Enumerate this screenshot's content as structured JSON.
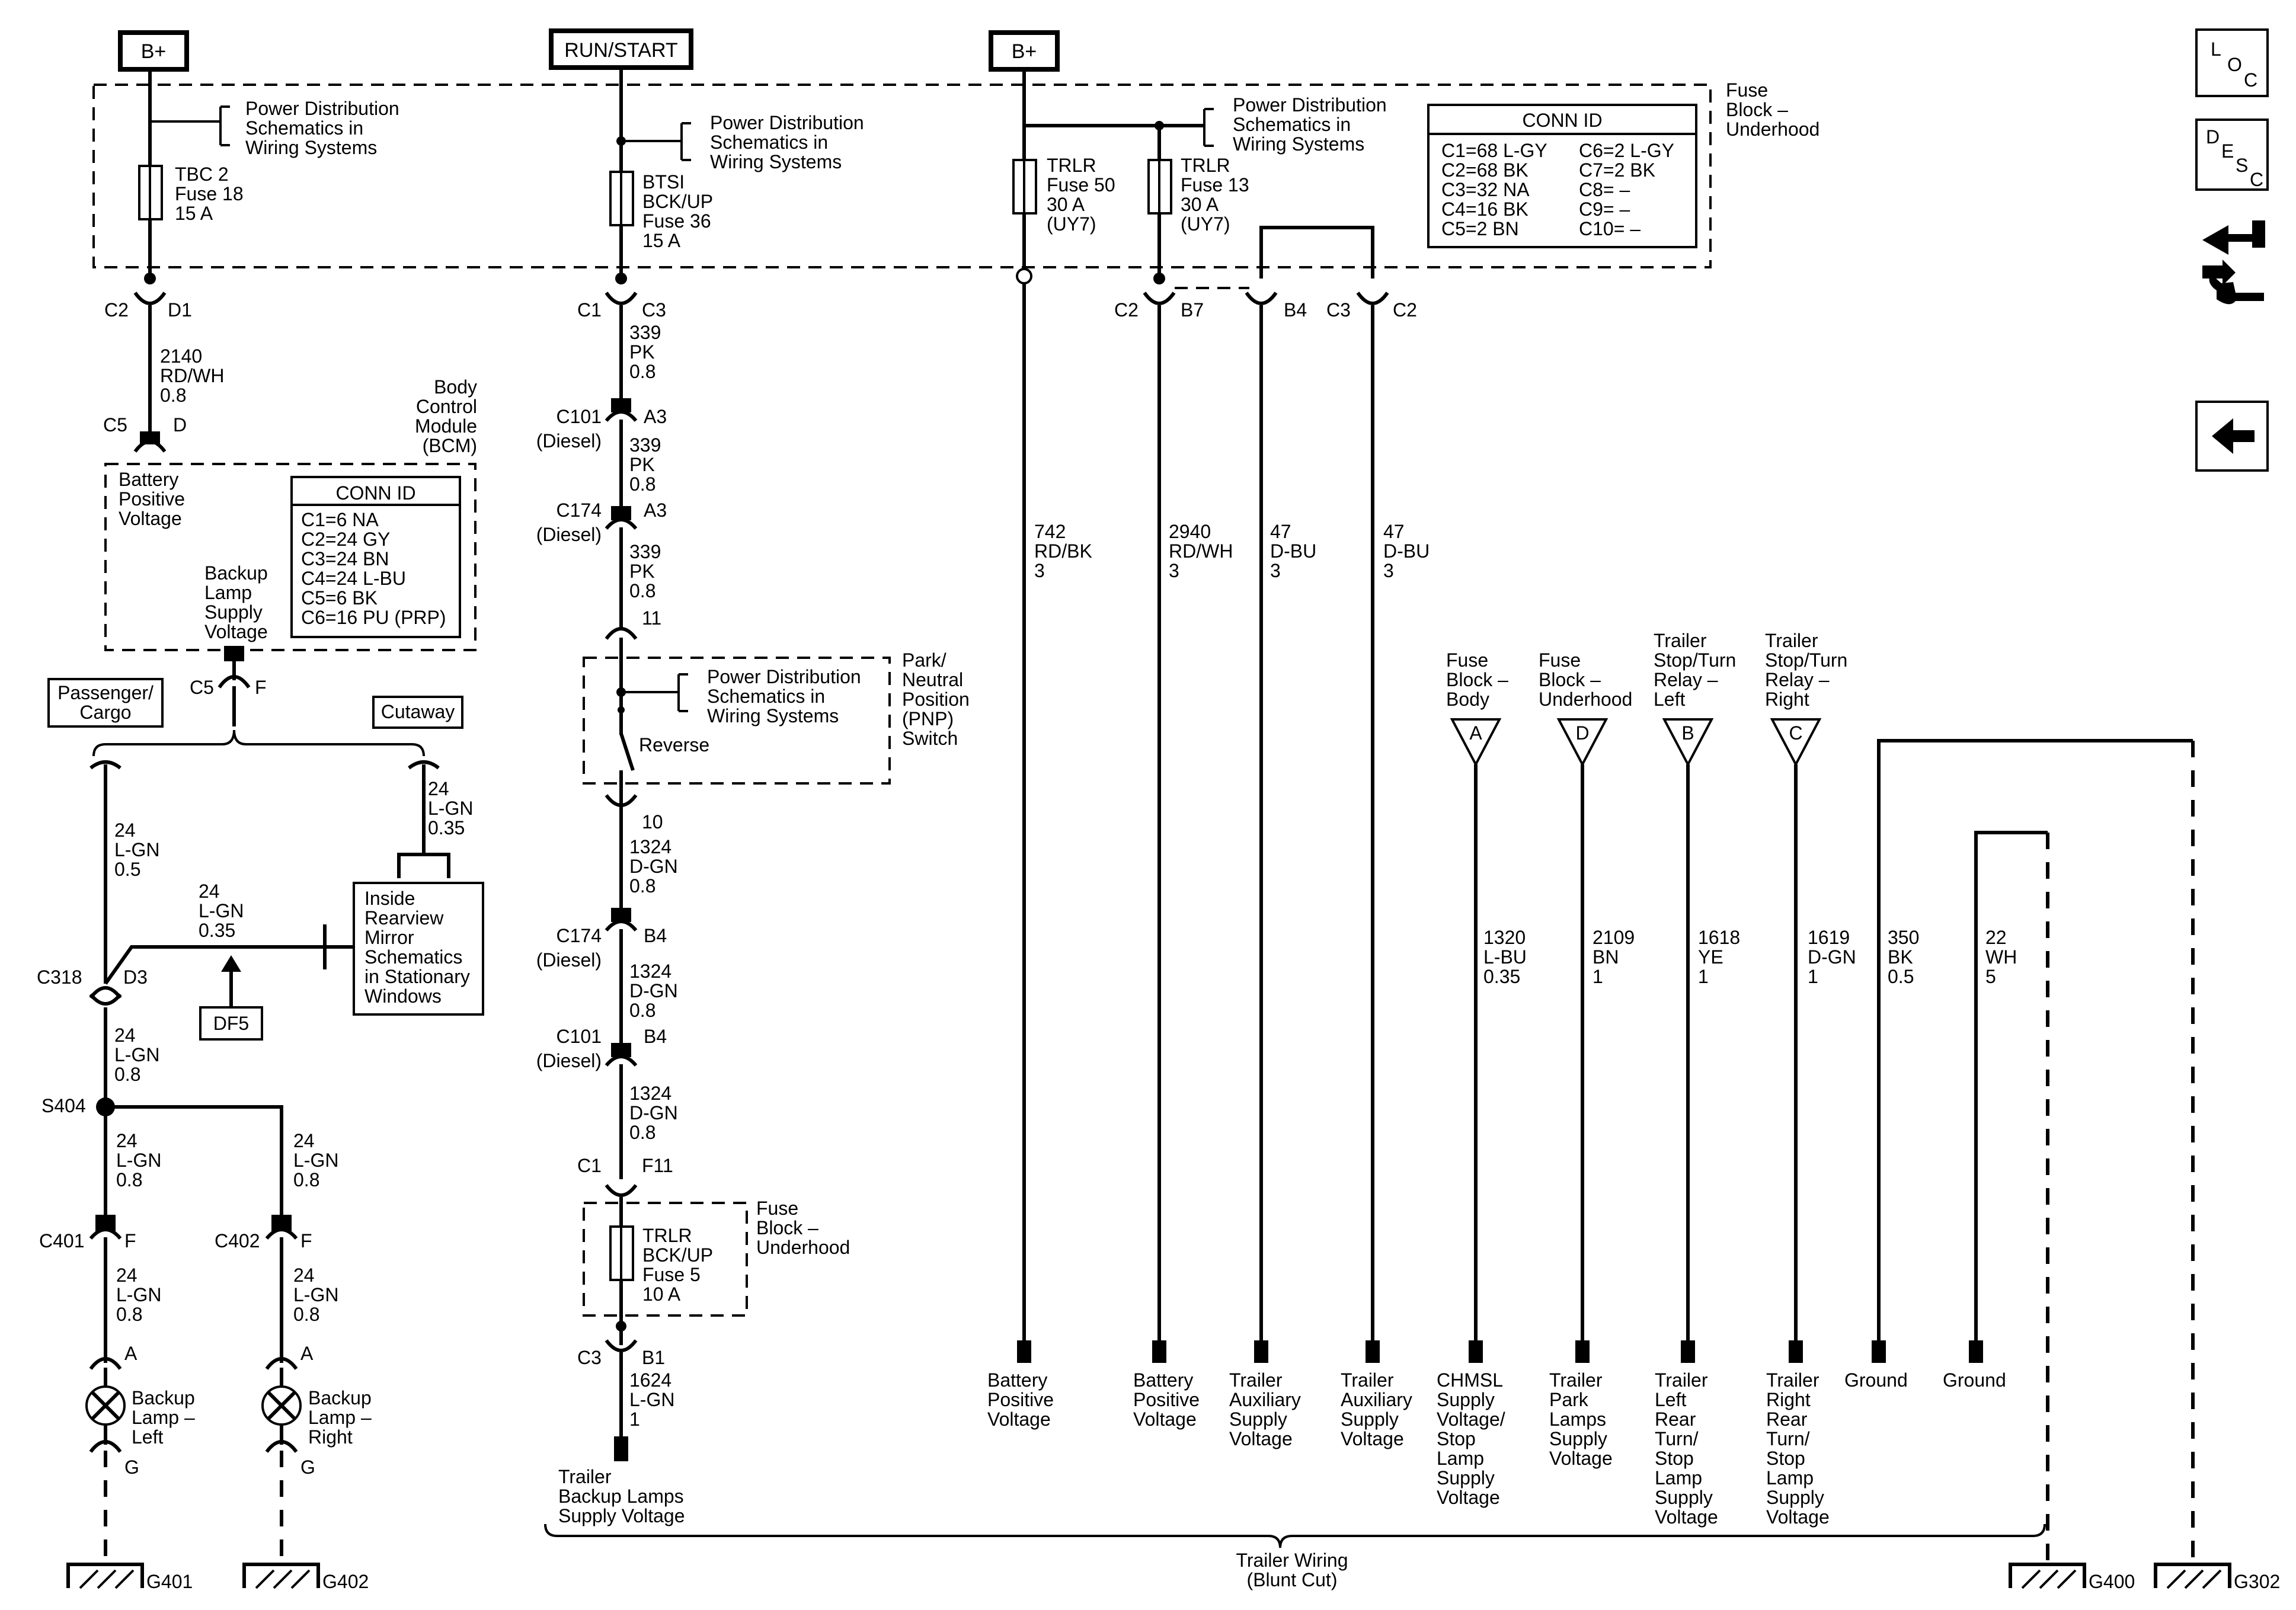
{
  "sources": {
    "bplus_left": "B+",
    "run_start": "RUN/START",
    "bplus_right": "B+"
  },
  "fuse_block_underhood": {
    "title": [
      "Fuse",
      "Block –",
      "Underhood"
    ],
    "conn_id_title": "CONN ID",
    "conn_id_left": [
      "C1=68 L-GY",
      "C2=68 BK",
      "C3=32 NA",
      "C4=16 BK",
      "C5=2 BN"
    ],
    "conn_id_right": [
      "C6=2 L-GY",
      "C7=2 BK",
      "C8= –",
      "C9= –",
      "C10= –"
    ],
    "pds_1": [
      "Power Distribution",
      "Schematics in",
      "Wiring Systems"
    ],
    "pds_2": [
      "Power Distribution",
      "Schematics in",
      "Wiring Systems"
    ],
    "pds_3": [
      "Power Distribution",
      "Schematics in",
      "Wiring Systems"
    ],
    "fuse_tbc2": [
      "TBC 2",
      "Fuse 18",
      "15 A"
    ],
    "fuse_btsi": [
      "BTSI",
      "BCK/UP",
      "Fuse 36",
      "15 A"
    ],
    "fuse_trlr50": [
      "TRLR",
      "Fuse 50",
      "30 A",
      "(UY7)"
    ],
    "fuse_trlr13": [
      "TRLR",
      "Fuse 13",
      "30 A",
      "(UY7)"
    ]
  },
  "left_circuit": {
    "c2": "C2",
    "d1": "D1",
    "wire_2140": [
      "2140",
      "RD/WH",
      "0.8"
    ],
    "c5_top": "C5",
    "d_top": "D",
    "bcm_title": [
      "Body",
      "Control",
      "Module",
      "(BCM)"
    ],
    "battery_positive_voltage": [
      "Battery",
      "Positive",
      "Voltage"
    ],
    "backup_lamp_supply": [
      "Backup",
      "Lamp",
      "Supply",
      "Voltage"
    ],
    "bcm_conn_title": "CONN ID",
    "bcm_conn": [
      "C1=6 NA",
      "C2=24 GY",
      "C3=24 BN",
      "C4=24 L-BU",
      "C5=6 BK",
      "C6=16 PU (PRP)"
    ],
    "c5_bottom": "C5",
    "f_bottom": "F",
    "passenger_cargo": [
      "Passenger/",
      "Cargo"
    ],
    "cutaway": "Cutaway",
    "wire_cutaway": [
      "24",
      "L-GN",
      "0.35"
    ],
    "wire_pc": [
      "24",
      "L-GN",
      "0.5"
    ],
    "wire_mirror": [
      "24",
      "L-GN",
      "0.35"
    ],
    "mirror_box": [
      "Inside",
      "Rearview",
      "Mirror",
      "Schematics",
      "in Stationary",
      "Windows"
    ],
    "df5": "DF5",
    "c318": "C318",
    "d3": "D3",
    "wire_c318": [
      "24",
      "L-GN",
      "0.8"
    ],
    "s404": "S404",
    "wire_s404_left": [
      "24",
      "L-GN",
      "0.8"
    ],
    "wire_s404_right": [
      "24",
      "L-GN",
      "0.8"
    ],
    "c401": "C401",
    "c401_pin": "F",
    "c402": "C402",
    "c402_pin": "F",
    "wire_c401": [
      "24",
      "L-GN",
      "0.8"
    ],
    "wire_c402": [
      "24",
      "L-GN",
      "0.8"
    ],
    "pin_a_left": "A",
    "pin_a_right": "A",
    "lamp_left": [
      "Backup",
      "Lamp –",
      "Left"
    ],
    "lamp_right": [
      "Backup",
      "Lamp –",
      "Right"
    ],
    "pin_g_left": "G",
    "pin_g_right": "G",
    "g401": "G401",
    "g402": "G402"
  },
  "center_circuit": {
    "c1": "C1",
    "c3": "C3",
    "wire_339_1": [
      "339",
      "PK",
      "0.8"
    ],
    "c101": [
      "C101",
      "(Diesel)"
    ],
    "a3_1": "A3",
    "wire_339_2": [
      "339",
      "PK",
      "0.8"
    ],
    "c174": [
      "C174",
      "(Diesel)"
    ],
    "a3_2": "A3",
    "wire_339_3": [
      "339",
      "PK",
      "0.8"
    ],
    "pin_11": "11",
    "pds": [
      "Power Distribution",
      "Schematics in",
      "Wiring Systems"
    ],
    "reverse": "Reverse",
    "pnp": [
      "Park/",
      "Neutral",
      "Position",
      "(PNP)",
      "Switch"
    ],
    "pin_10": "10",
    "wire_1324_1": [
      "1324",
      "D-GN",
      "0.8"
    ],
    "c174_b": [
      "C174",
      "(Diesel)"
    ],
    "b4_1": "B4",
    "wire_1324_2": [
      "1324",
      "D-GN",
      "0.8"
    ],
    "c101_b": [
      "C101",
      "(Diesel)"
    ],
    "b4_2": "B4",
    "wire_1324_3": [
      "1324",
      "D-GN",
      "0.8"
    ],
    "c1_b": "C1",
    "f11": "F11",
    "fuse_trlr": [
      "TRLR",
      "BCK/UP",
      "Fuse 5",
      "10 A"
    ],
    "fuse_block": [
      "Fuse",
      "Block –",
      "Underhood"
    ],
    "c3_b": "C3",
    "b1": "B1",
    "wire_1624": [
      "1624",
      "L-GN",
      "1"
    ],
    "trailer_backup": [
      "Trailer",
      "Backup Lamps",
      "Supply Voltage"
    ]
  },
  "right_circuit": {
    "c2": "C2",
    "b7": "B7",
    "b4": "B4",
    "c3": "C3",
    "c2b": "C2",
    "wire_742": [
      "742",
      "RD/BK",
      "3"
    ],
    "wire_2940": [
      "2940",
      "RD/WH",
      "3"
    ],
    "wire_47a": [
      "47",
      "D-BU",
      "3"
    ],
    "wire_47b": [
      "47",
      "D-BU",
      "3"
    ],
    "src_a": [
      "Fuse",
      "Block –",
      "Body"
    ],
    "src_d": [
      "Fuse",
      "Block –",
      "Underhood"
    ],
    "src_b": [
      "Trailer",
      "Stop/Turn",
      "Relay –",
      "Left"
    ],
    "src_c": [
      "Trailer",
      "Stop/Turn",
      "Relay –",
      "Right"
    ],
    "tri_a": "A",
    "tri_d": "D",
    "tri_b": "B",
    "tri_c": "C",
    "wire_1320": [
      "1320",
      "L-BU",
      "0.35"
    ],
    "wire_2109": [
      "2109",
      "BN",
      "1"
    ],
    "wire_1618": [
      "1618",
      "YE",
      "1"
    ],
    "wire_1619": [
      "1619",
      "D-GN",
      "1"
    ],
    "wire_350": [
      "350",
      "BK",
      "0.5"
    ],
    "wire_22": [
      "22",
      "WH",
      "5"
    ],
    "term_1": [
      "Battery",
      "Positive",
      "Voltage"
    ],
    "term_2": [
      "Battery",
      "Positive",
      "Voltage"
    ],
    "term_3": [
      "Trailer",
      "Auxiliary",
      "Supply",
      "Voltage"
    ],
    "term_4": [
      "Trailer",
      "Auxiliary",
      "Supply",
      "Voltage"
    ],
    "term_5": [
      "CHMSL",
      "Supply",
      "Voltage/",
      "Stop",
      "Lamp",
      "Supply",
      "Voltage"
    ],
    "term_6": [
      "Trailer",
      "Park",
      "Lamps",
      "Supply",
      "Voltage"
    ],
    "term_7": [
      "Trailer",
      "Left",
      "Rear",
      "Turn/",
      "Stop",
      "Lamp",
      "Supply",
      "Voltage"
    ],
    "term_8": [
      "Trailer",
      "Right",
      "Rear",
      "Turn/",
      "Stop",
      "Lamp",
      "Supply",
      "Voltage"
    ],
    "term_9": "Ground",
    "term_10": "Ground",
    "trailer_wiring": [
      "Trailer Wiring",
      "(Blunt Cut)"
    ],
    "g400": "G400",
    "g302": "G302"
  },
  "side_icons": {
    "loc": [
      "L",
      "O",
      "C"
    ],
    "desc": [
      "D",
      "E",
      "S",
      "C"
    ]
  }
}
